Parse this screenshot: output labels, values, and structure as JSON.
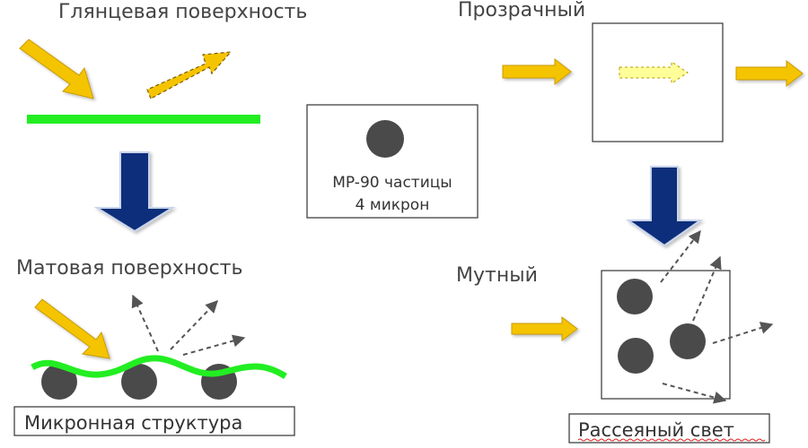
{
  "labels": {
    "glossy": "Глянцевая поверхность",
    "transparent": "Прозрачный",
    "matte": "Матовая поверхность",
    "turbid": "Мутный",
    "particles_line1": "MP-90 частицы",
    "particles_line2": "4 микрон",
    "micron_structure": "Микронная структура",
    "scattered_light": "Рассеяный свет"
  },
  "colors": {
    "arrow_fill": "#f5c400",
    "arrow_stroke": "#c99a00",
    "arrow_faint_fill": "#ffff99",
    "surface_green": "#22ee22",
    "particle": "#4a4a4a",
    "down_arrow": "#0f2e7a",
    "scatter_line": "#555555",
    "spell_underline": "#dd2222"
  },
  "icons": {
    "incident_light": "solid-yellow-arrow",
    "reflected_light": "dashed-yellow-arrow",
    "transition": "blue-down-arrow",
    "scattered_ray": "dashed-gray-arrow",
    "particle": "gray-circle"
  }
}
